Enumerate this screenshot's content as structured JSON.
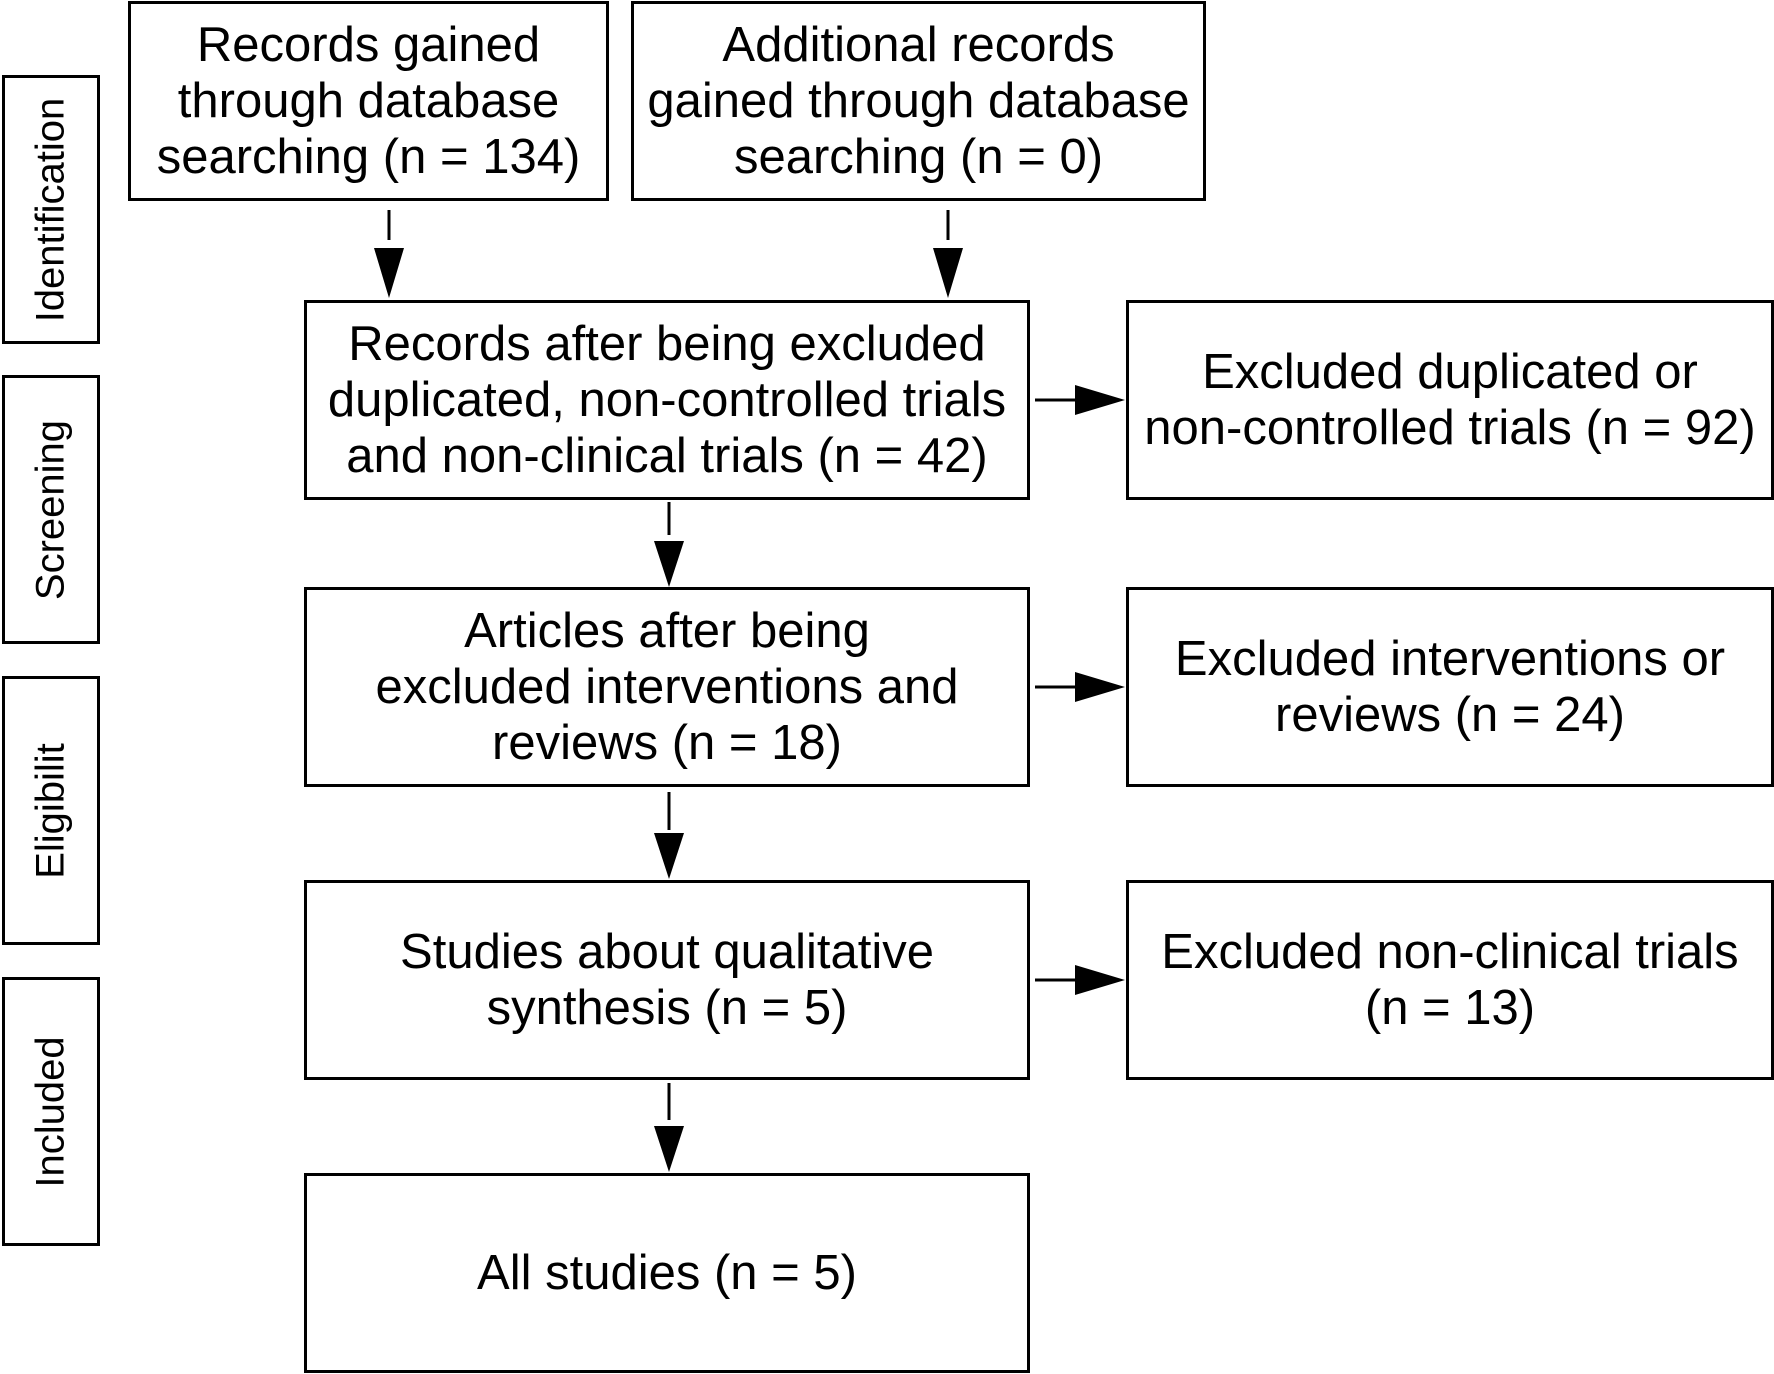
{
  "stages": [
    {
      "label": "Identification"
    },
    {
      "label": "Screening"
    },
    {
      "label": "Eligibilit"
    },
    {
      "label": "Included"
    }
  ],
  "boxes": {
    "db_records": "Records gained\nthrough database\nsearching (n = 134)",
    "additional_records": "Additional records\ngained through database\nsearching (n = 0)",
    "after_dup_exclusion": "Records after being excluded\nduplicated, non-controlled trials\nand non-clinical trials  (n = 42)",
    "excluded_dup": "Excluded   duplicated or\nnon-controlled trials (n = 92)",
    "articles_after_exclusion": "Articles after being\nexcluded interventions and\nreviews (n = 18)",
    "excluded_interventions": "Excluded   interventions or\nreviews (n = 24)",
    "qualitative_synthesis": "Studies about qualitative\nsynthesis  (n = 5)",
    "excluded_nonclinical": "Excluded non-clinical trials\n(n = 13)",
    "all_studies": "All studies   (n = 5)"
  }
}
